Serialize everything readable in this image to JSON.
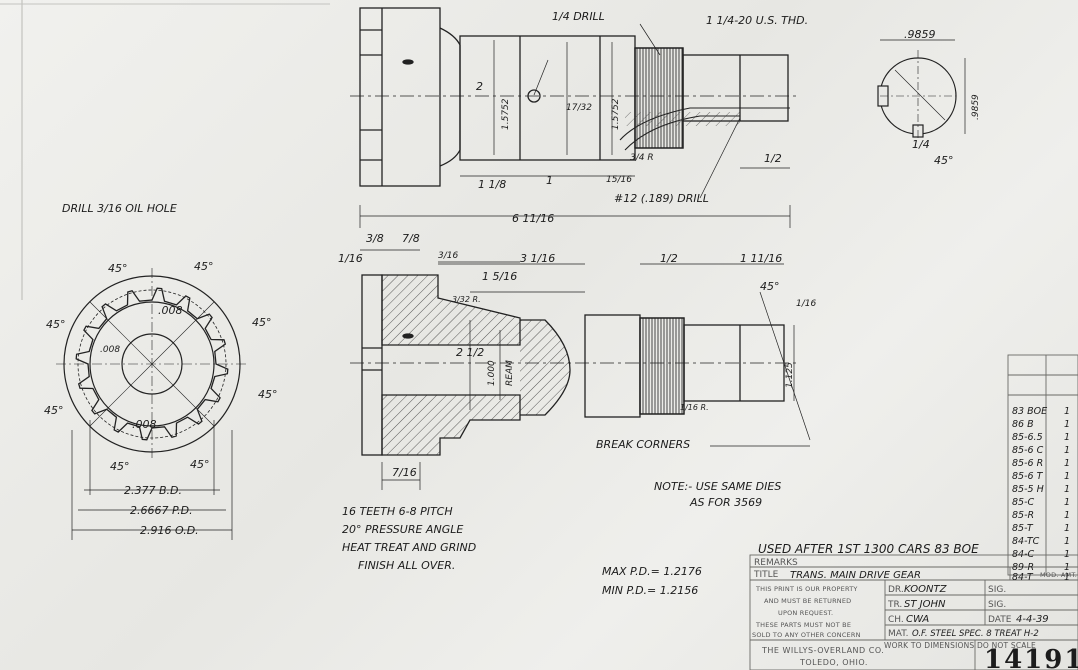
{
  "notes": {
    "oil_hole": "DRILL 3/16 OIL HOLE",
    "quarter_drill": "1/4 DRILL",
    "thread": "1 1/4-20 U.S. THD.",
    "drill_12": "#12 (.189) DRILL",
    "break_corners": "BREAK CORNERS",
    "same_dies_1": "NOTE:- USE SAME DIES",
    "same_dies_2": "AS FOR 3569",
    "teeth_1": "16 TEETH 6-8 PITCH",
    "teeth_2": "20° PRESSURE ANGLE",
    "teeth_3": "HEAT TREAT AND GRIND",
    "teeth_4": "FINISH ALL OVER.",
    "max_pd": "MAX P.D.= 1.2176",
    "min_pd": "MIN P.D.= 1.2156",
    "used_after": "USED AFTER 1ST 1300 CARS 83 BOE"
  },
  "dims": {
    "bd": "2.377 B.D.",
    "pd": "2.6667 P.D.",
    "od": "2.916 O.D.",
    "overall": "6 11/16",
    "d_9859": ".9859",
    "d_9859_v": ".9859",
    "d_1575": "1.5752",
    "d_1575b": "1.5752",
    "d_17_32": "17/32",
    "d_2": "2",
    "d_2_half": "2 1/2",
    "d_1000": "1.000",
    "d_1125": "1.125",
    "d_3_8": "3/8",
    "d_7_8": "7/8",
    "d_1_16": "1/16",
    "d_3_16": "3/16",
    "d_3_1_16": "3 1/16",
    "d_1_5_16": "1 5/16",
    "d_1_2": "1/2",
    "d_1_11_16": "1 11/16",
    "d_1_16b": "1/16",
    "d_7_16": "7/16",
    "d_1_1_8": "1 1/8",
    "d_1": "1",
    "d_15_16": "15/16",
    "d_1_2b": "1/2",
    "d_1_4": "1/4",
    "d_45a": "45°",
    "d_45b": "45°",
    "d_45c": "45°",
    "d_45d": "45°",
    "d_45e": "45°",
    "d_45f": "45°",
    "d_45g": "45°",
    "d_45h": "45°",
    "d_45side": "45°",
    "d_45key": "45°",
    "d_008a": ".008",
    "d_008b": ".008",
    "d_008c": ".008",
    "d_3_32r": "3/32 R.",
    "d_1_16r": "1/16 R.",
    "d_3_4r": "3/4 R",
    "ream": "REAM"
  },
  "revisions": [
    "83 BOE",
    "86 B",
    "85-6.5",
    "85-6 C",
    "85-6 R",
    "85-6 T",
    "85-5 H",
    "85-C",
    "85-R",
    "85-T",
    "84-TC",
    "84-C",
    "89-R",
    "84-T"
  ],
  "revision_counts": [
    "1",
    "1",
    "1",
    "1",
    "1",
    "1",
    "1",
    "1",
    "1",
    "1",
    "1",
    "1",
    "1",
    "1"
  ],
  "title_block": {
    "remarks": "REMARKS",
    "title_label": "TITLE",
    "title_value": "TRANS. MAIN DRIVE GEAR",
    "mod_amt": "MOD. AMT.",
    "property_1": "THIS PRINT IS OUR PROPERTY",
    "property_2": "AND MUST BE RETURNED",
    "property_3": "UPON REQUEST.",
    "property_4": "THESE PARTS MUST NOT BE",
    "property_5": "SOLD TO ANY OTHER CONCERN",
    "dr_label": "DR.",
    "dr_value": "KOONTZ",
    "tr_label": "TR.",
    "tr_value": "ST JOHN",
    "ch_label": "CH.",
    "ch_value": "CWA",
    "sig_label": "SIG.",
    "sig_label2": "SIG.",
    "date_label": "DATE",
    "date_value": "4-4-39",
    "mat_label": "MAT.",
    "mat_value": "O.F. STEEL SPEC. 8 TREAT H-2",
    "dims_note": "WORK TO DIMENSIONS DO NOT SCALE",
    "company_1": "THE WILLYS-OVERLAND CO.",
    "company_2": "TOLEDO, OHIO.",
    "drawing_number": "14191"
  }
}
